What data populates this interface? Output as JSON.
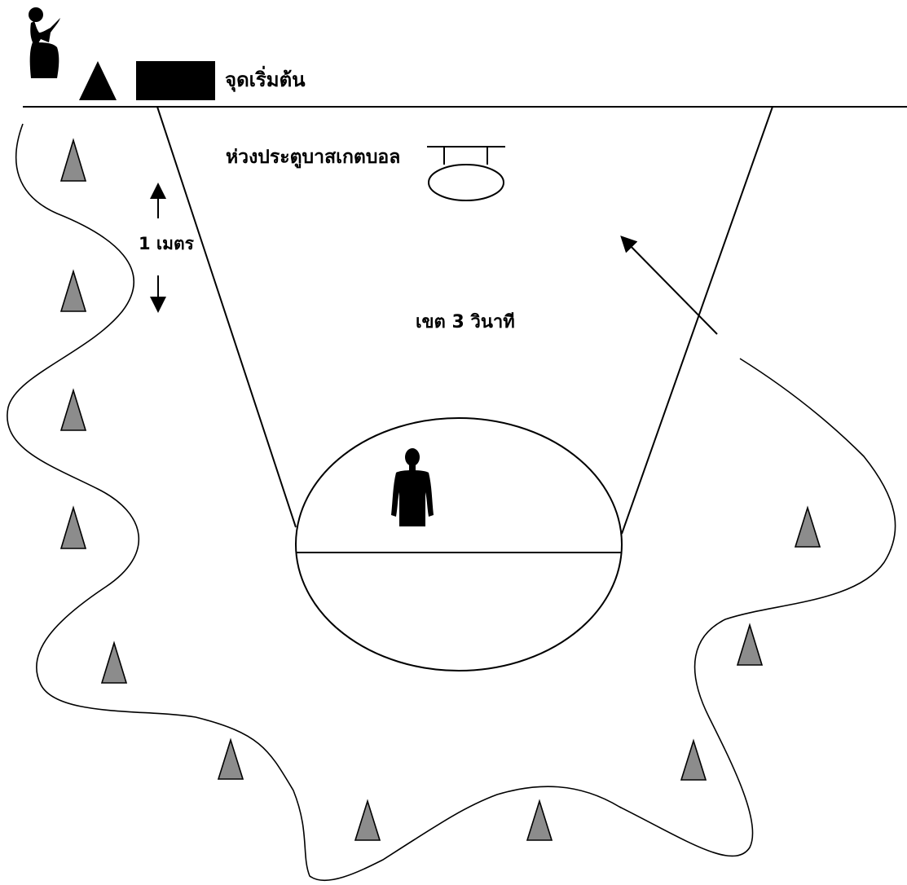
{
  "labels": {
    "start_point": "จุดเริ่มต้น",
    "hoop": "ห่วงประตูบาสเกตบอล",
    "distance": "1 เมตร",
    "zone": "เขต 3 วินาที"
  },
  "icons": {
    "player_shooting": "player-shooting-icon",
    "defender": "defender-silhouette-icon",
    "cone": "cone-icon",
    "start_block": "start-block-icon",
    "hoop": "basketball-hoop-icon"
  },
  "colors": {
    "line": "#000000",
    "cone_fill": "#8c8c8c",
    "solid": "#000000",
    "background": "#ffffff"
  }
}
